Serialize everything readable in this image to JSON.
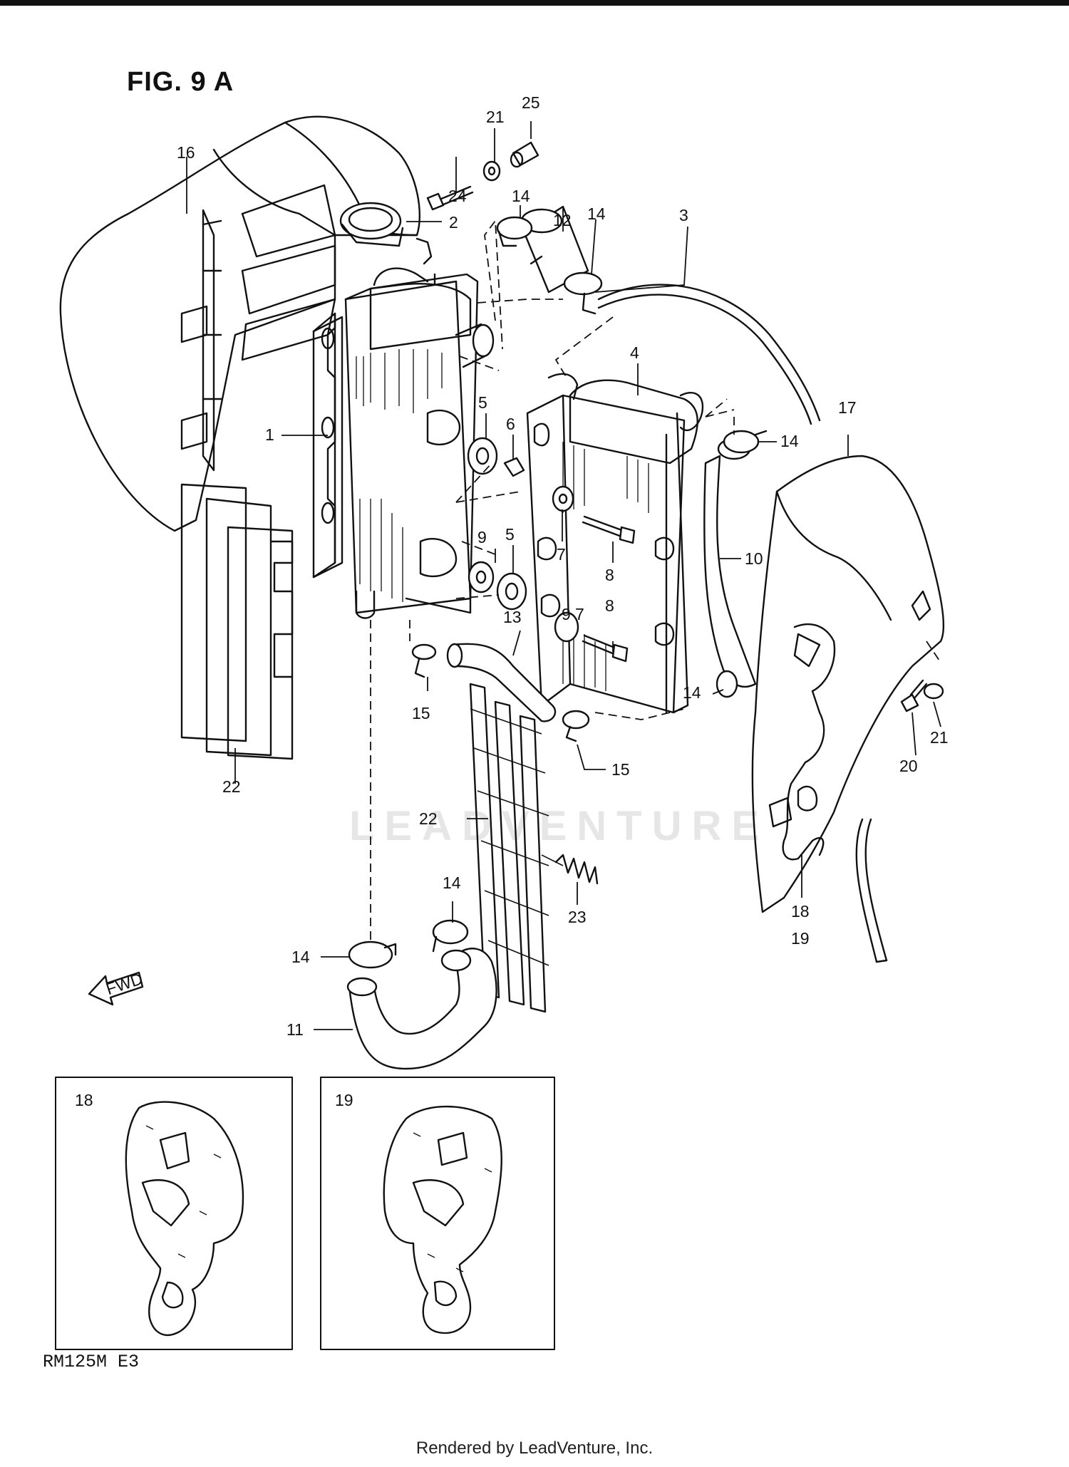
{
  "figure_title": "FIG. 9 A",
  "model_code": "RM125M  E3",
  "footer": "Rendered by LeadVenture, Inc.",
  "watermark": "LEADVENTURE",
  "fwd_label": "FWD",
  "callouts": {
    "c1": "1",
    "c2": "2",
    "c3": "3",
    "c4": "4",
    "c5a": "5",
    "c5b": "5",
    "c6": "6",
    "c7a": "7",
    "c7b": "7",
    "c8a": "8",
    "c8b": "8",
    "c9a": "9",
    "c9b": "9",
    "c10": "10",
    "c11": "11",
    "c12": "12",
    "c13": "13",
    "c14a": "14",
    "c14b": "14",
    "c14c": "14",
    "c14d": "14",
    "c14e": "14",
    "c14f": "14",
    "c15a": "15",
    "c15b": "15",
    "c16": "16",
    "c17": "17",
    "c18a": "18",
    "c19a": "19",
    "c20": "20",
    "c21a": "21",
    "c21b": "21",
    "c22a": "22",
    "c22b": "22",
    "c23": "23",
    "c24": "24",
    "c25": "25"
  },
  "inset_18": {
    "label": "18"
  },
  "inset_19": {
    "label": "19"
  }
}
